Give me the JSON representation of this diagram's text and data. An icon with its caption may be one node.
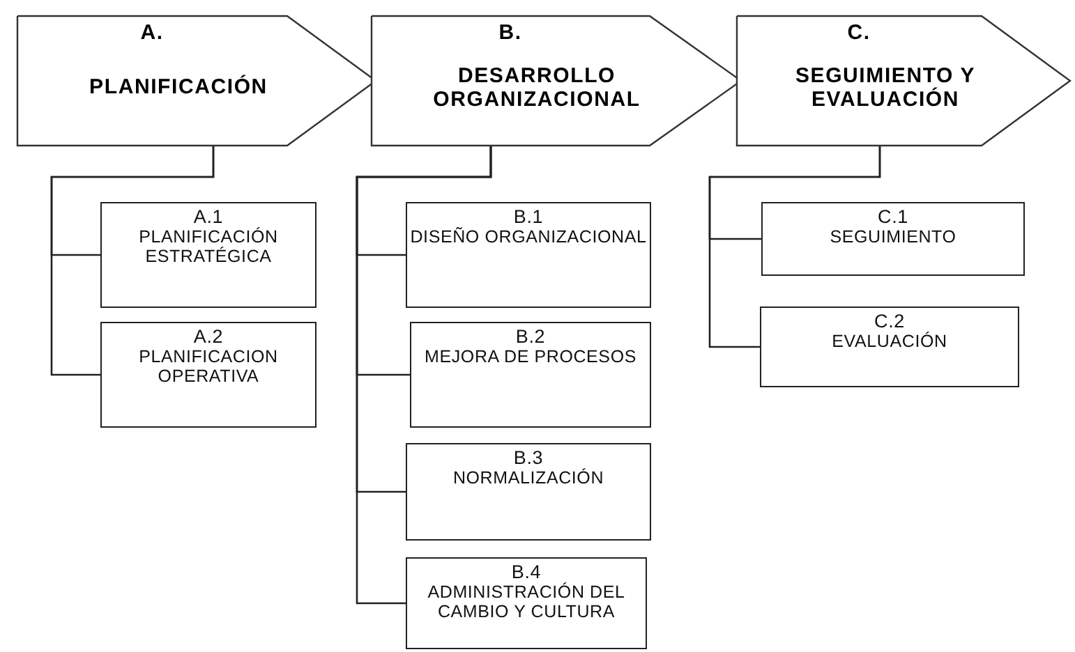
{
  "diagram": {
    "nodes": [
      {
        "text": [
          "A.",
          "PLANIFICACIÓN"
        ]
      },
      {
        "text": [
          "B.",
          "DESARROLLO ORGANIZACIONAL"
        ]
      },
      {
        "text": [
          "C.",
          "SEGUIMIENTO Y EVALUACIÓN"
        ]
      },
      {
        "text": [
          "A.1",
          "PLANIFICACIÓN ESTRATÉGICA"
        ]
      },
      {
        "text": [
          "A.2",
          "PLANIFICACION OPERATIVA"
        ]
      },
      {
        "text": [
          "B.1",
          "DISEÑO ORGANIZACIONAL"
        ]
      },
      {
        "text": [
          "B.2",
          "MEJORA DE PROCESOS"
        ]
      },
      {
        "text": [
          "B.3",
          "NORMALIZACIÓN"
        ]
      },
      {
        "text": [
          "B.4",
          "ADMINISTRACIÓN DEL CAMBIO Y CULTURA"
        ]
      },
      {
        "text": [
          "C.1",
          "SEGUIMIENTO"
        ]
      },
      {
        "text": [
          "C.2",
          "EVALUACIÓN"
        ]
      }
    ],
    "edges": [
      {
        "from": 0,
        "to": 3,
        "arrow": "none"
      },
      {
        "from": 0,
        "to": 4,
        "arrow": "none"
      },
      {
        "from": 1,
        "to": 5,
        "arrow": "none"
      },
      {
        "from": 1,
        "to": 6,
        "arrow": "none"
      },
      {
        "from": 1,
        "to": 7,
        "arrow": "none"
      },
      {
        "from": 1,
        "to": 8,
        "arrow": "none"
      },
      {
        "from": 2,
        "to": 9,
        "arrow": "none"
      },
      {
        "from": 2,
        "to": 10,
        "arrow": "none"
      }
    ]
  }
}
